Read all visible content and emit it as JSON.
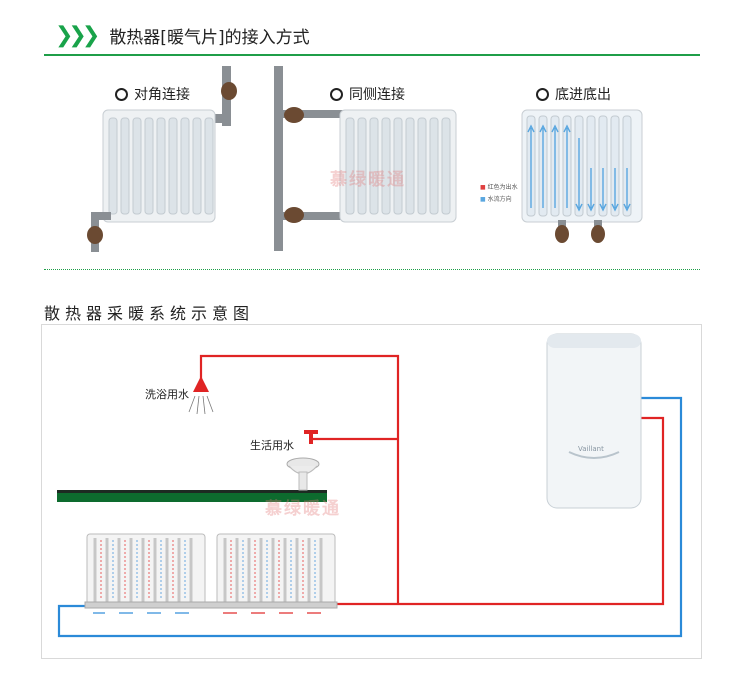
{
  "header": {
    "title": "散热器[暖气片]的接入方式",
    "chevron_icon": "triple-chevron-right-icon",
    "accent_color": "#1f9e48"
  },
  "connections": [
    {
      "label": "对角连接"
    },
    {
      "label": "同侧连接"
    },
    {
      "label": "底进底出",
      "legend": [
        "红色为出水",
        "水流方向"
      ]
    }
  ],
  "watermark": "慕绿暖通",
  "diagram": {
    "title": "散热器采暖系统示意图",
    "shower_label": "洗浴用水",
    "tap_label": "生活用水",
    "boiler_brand": "Vaillant",
    "supply_color": "#e02424",
    "return_color": "#2b8ad8"
  }
}
